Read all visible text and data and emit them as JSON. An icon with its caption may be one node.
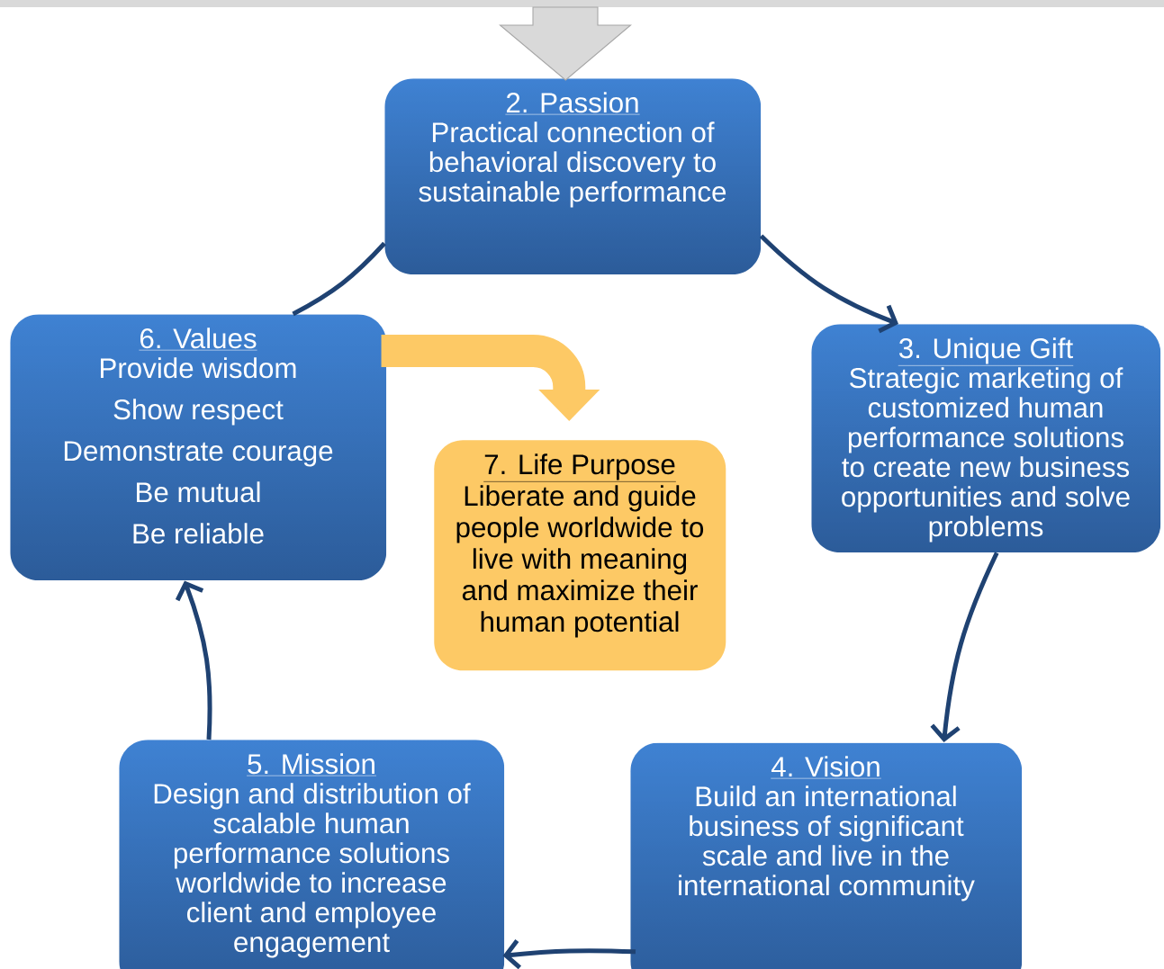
{
  "diagram": {
    "nodes": [
      {
        "text": [
          "2. Passion",
          "Practical connection of behavioral discovery to sustainable performance"
        ]
      },
      {
        "text": [
          "3. Unique Gift",
          "Strategic marketing of customized human performance solutions to create new business opportunities and solve problems"
        ]
      },
      {
        "text": [
          "4. Vision",
          "Build an international business of significant scale and live in the international community"
        ]
      },
      {
        "text": [
          "5. Mission",
          "Design and distribution of scalable human performance solutions worldwide to increase client and employee engagement"
        ]
      },
      {
        "text": [
          "6. Values",
          "Provide wisdom",
          "Show respect",
          "Demonstrate courage",
          "Be mutual",
          "Be reliable"
        ]
      },
      {
        "text": [
          "7. Life Purpose",
          "Liberate and guide people worldwide to live with meaning and maximize their human potential"
        ]
      }
    ],
    "edges": [
      {
        "from": null,
        "to": 0,
        "arrow": "to",
        "style": "thick",
        "color": "#d9d9d9"
      },
      {
        "from": 0,
        "to": 1,
        "arrow": "to"
      },
      {
        "from": 1,
        "to": 2,
        "arrow": "to"
      },
      {
        "from": 2,
        "to": 3,
        "arrow": "to"
      },
      {
        "from": 3,
        "to": 4,
        "arrow": "to"
      },
      {
        "from": 4,
        "to": 0,
        "arrow": "none"
      },
      {
        "from": 4,
        "to": 5,
        "arrow": "to",
        "style": "thick",
        "color": "#fdc965"
      }
    ]
  }
}
